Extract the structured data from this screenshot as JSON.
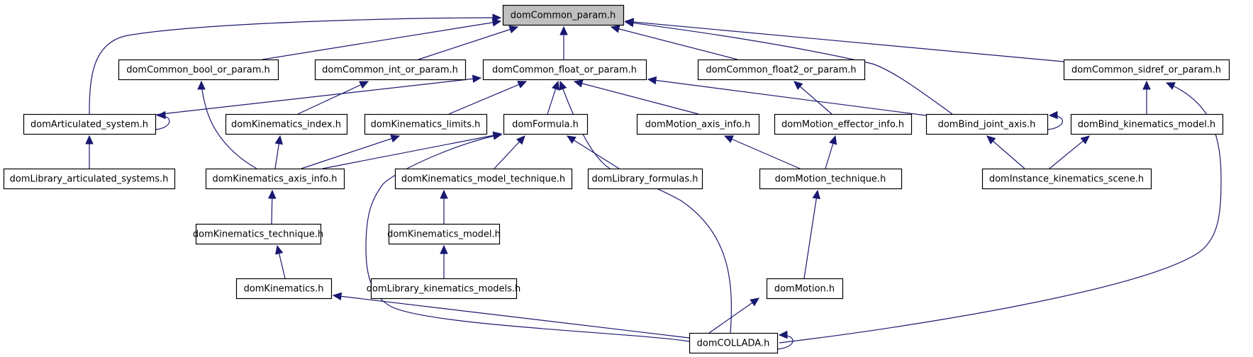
{
  "diagram": {
    "type": "include-dependency-graph",
    "edge_color": "#191970",
    "root_fill": "#bfbfbf",
    "nodes": [
      {
        "id": "common_param",
        "label": "domCommon_param.h",
        "root": true
      },
      {
        "id": "bool_or_param",
        "label": "domCommon_bool_or_param.h"
      },
      {
        "id": "int_or_param",
        "label": "domCommon_int_or_param.h"
      },
      {
        "id": "float_or_param",
        "label": "domCommon_float_or_param.h"
      },
      {
        "id": "float2_or_param",
        "label": "domCommon_float2_or_param.h"
      },
      {
        "id": "sidref_or_param",
        "label": "domCommon_sidref_or_param.h"
      },
      {
        "id": "articulated_system",
        "label": "domArticulated_system.h"
      },
      {
        "id": "kinematics_index",
        "label": "domKinematics_index.h"
      },
      {
        "id": "kinematics_limits",
        "label": "domKinematics_limits.h"
      },
      {
        "id": "formula",
        "label": "domFormula.h"
      },
      {
        "id": "motion_axis_info",
        "label": "domMotion_axis_info.h"
      },
      {
        "id": "motion_effector_info",
        "label": "domMotion_effector_info.h"
      },
      {
        "id": "bind_joint_axis",
        "label": "domBind_joint_axis.h"
      },
      {
        "id": "bind_kinematics_model",
        "label": "domBind_kinematics_model.h"
      },
      {
        "id": "library_articulated_systems",
        "label": "domLibrary_articulated_systems.h"
      },
      {
        "id": "kinematics_axis_info",
        "label": "domKinematics_axis_info.h"
      },
      {
        "id": "kinematics_model_technique",
        "label": "domKinematics_model_technique.h"
      },
      {
        "id": "library_formulas",
        "label": "domLibrary_formulas.h"
      },
      {
        "id": "motion_technique",
        "label": "domMotion_technique.h"
      },
      {
        "id": "instance_kinematics_scene",
        "label": "domInstance_kinematics_scene.h"
      },
      {
        "id": "kinematics_technique",
        "label": "domKinematics_technique.h"
      },
      {
        "id": "kinematics_model",
        "label": "domKinematics_model.h"
      },
      {
        "id": "kinematics",
        "label": "domKinematics.h"
      },
      {
        "id": "library_kinematics_models",
        "label": "domLibrary_kinematics_models.h"
      },
      {
        "id": "motion",
        "label": "domMotion.h"
      },
      {
        "id": "collada",
        "label": "domCOLLADA.h"
      }
    ],
    "edges": [
      {
        "from": "articulated_system",
        "to": "common_param"
      },
      {
        "from": "bool_or_param",
        "to": "common_param"
      },
      {
        "from": "int_or_param",
        "to": "common_param"
      },
      {
        "from": "float_or_param",
        "to": "common_param"
      },
      {
        "from": "float2_or_param",
        "to": "common_param"
      },
      {
        "from": "bind_joint_axis",
        "to": "common_param"
      },
      {
        "from": "sidref_or_param",
        "to": "common_param"
      },
      {
        "from": "articulated_system",
        "to": "float_or_param"
      },
      {
        "from": "articulated_system",
        "to": "articulated_system"
      },
      {
        "from": "library_articulated_systems",
        "to": "articulated_system"
      },
      {
        "from": "kinematics_axis_info",
        "to": "bool_or_param"
      },
      {
        "from": "kinematics_index",
        "to": "int_or_param"
      },
      {
        "from": "kinematics_limits",
        "to": "float_or_param"
      },
      {
        "from": "formula",
        "to": "float_or_param"
      },
      {
        "from": "collada",
        "to": "float_or_param"
      },
      {
        "from": "motion_axis_info",
        "to": "float_or_param"
      },
      {
        "from": "bind_joint_axis",
        "to": "float_or_param"
      },
      {
        "from": "motion_effector_info",
        "to": "float2_or_param"
      },
      {
        "from": "bind_kinematics_model",
        "to": "sidref_or_param"
      },
      {
        "from": "collada",
        "to": "sidref_or_param"
      },
      {
        "from": "kinematics_axis_info",
        "to": "kinematics_index"
      },
      {
        "from": "kinematics_axis_info",
        "to": "kinematics_limits"
      },
      {
        "from": "kinematics_axis_info",
        "to": "formula"
      },
      {
        "from": "collada",
        "to": "formula"
      },
      {
        "from": "kinematics_model_technique",
        "to": "formula"
      },
      {
        "from": "library_formulas",
        "to": "formula"
      },
      {
        "from": "motion_technique",
        "to": "motion_axis_info"
      },
      {
        "from": "motion_technique",
        "to": "motion_effector_info"
      },
      {
        "from": "bind_joint_axis",
        "to": "bind_joint_axis"
      },
      {
        "from": "instance_kinematics_scene",
        "to": "bind_joint_axis"
      },
      {
        "from": "instance_kinematics_scene",
        "to": "bind_kinematics_model"
      },
      {
        "from": "kinematics_technique",
        "to": "kinematics_axis_info"
      },
      {
        "from": "kinematics_model",
        "to": "kinematics_model_technique"
      },
      {
        "from": "motion",
        "to": "motion_technique"
      },
      {
        "from": "kinematics",
        "to": "kinematics_technique"
      },
      {
        "from": "library_kinematics_models",
        "to": "kinematics_model"
      },
      {
        "from": "collada",
        "to": "kinematics"
      },
      {
        "from": "collada",
        "to": "motion"
      },
      {
        "from": "collada",
        "to": "collada"
      }
    ]
  }
}
